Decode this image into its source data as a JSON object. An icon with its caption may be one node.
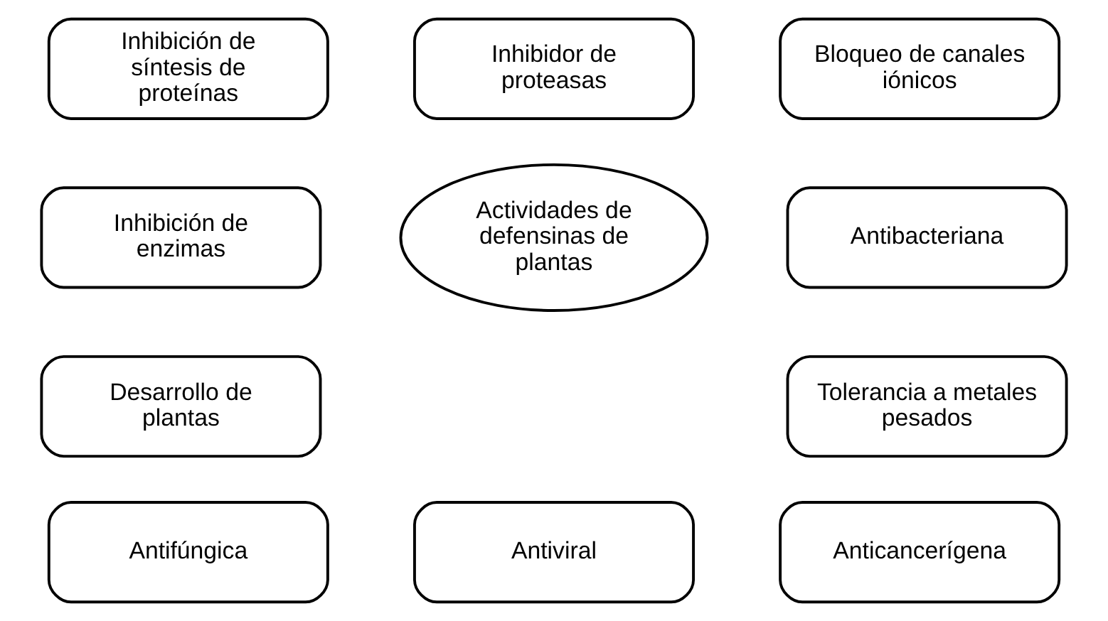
{
  "diagram": {
    "nodes": [
      {
        "text": [
          "Inhibidor de proteasas"
        ]
      },
      {
        "text": [
          "Inhibición de síntesis de proteínas"
        ]
      },
      {
        "text": [
          "Bloqueo de canales iónicos"
        ]
      },
      {
        "text": [
          "Inhibición de enzimas"
        ]
      },
      {
        "text": [
          "Actividades de defensinas de plantas"
        ]
      },
      {
        "text": [
          "Antibacteriana"
        ]
      },
      {
        "text": [
          "Desarrollo de plantas"
        ]
      },
      {
        "text": [
          "Tolerancia a metales pesados"
        ]
      },
      {
        "text": [
          "Antifúngica"
        ]
      },
      {
        "text": [
          "Anticancerígena"
        ]
      },
      {
        "text": [
          "Antiviral"
        ]
      }
    ],
    "edges": []
  }
}
